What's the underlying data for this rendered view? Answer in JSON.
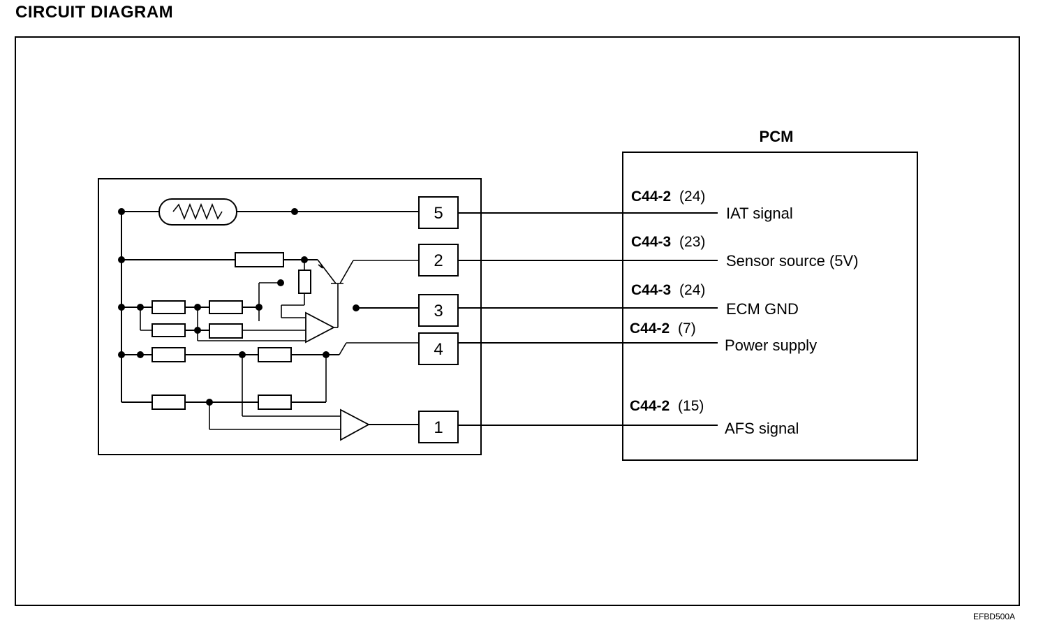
{
  "page": {
    "title": "CIRCUIT DIAGRAM",
    "figure_code": "EFBD500A"
  },
  "pcm": {
    "label": "PCM"
  },
  "pins": [
    {
      "number": "5",
      "connector": "C44-2",
      "terminal": "(24)",
      "signal": "IAT signal"
    },
    {
      "number": "2",
      "connector": "C44-3",
      "terminal": "(23)",
      "signal": "Sensor source (5V)"
    },
    {
      "number": "3",
      "connector": "C44-3",
      "terminal": "(24)",
      "signal": "ECM GND"
    },
    {
      "number": "4",
      "connector": "C44-2",
      "terminal": "(7)",
      "signal": "Power supply"
    },
    {
      "number": "1",
      "connector": "C44-2",
      "terminal": "(15)",
      "signal": "AFS signal"
    }
  ]
}
